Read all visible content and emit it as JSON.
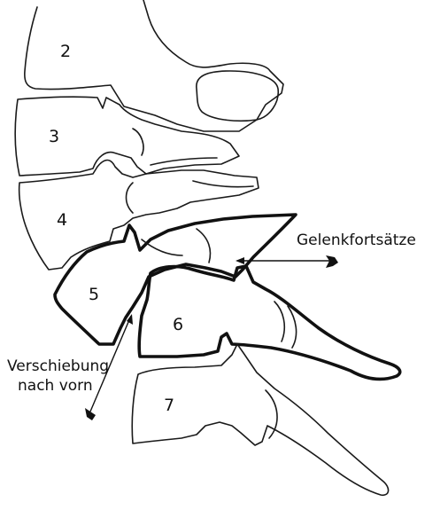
{
  "vertebrae": {
    "c2": "2",
    "c3": "3",
    "c4": "4",
    "c5": "5",
    "c6": "6",
    "c7": "7"
  },
  "labels": {
    "gelenk": "Gelenkfortsätze",
    "verschiebung_line1": "Verschiebung",
    "verschiebung_line2": "nach vorn"
  }
}
